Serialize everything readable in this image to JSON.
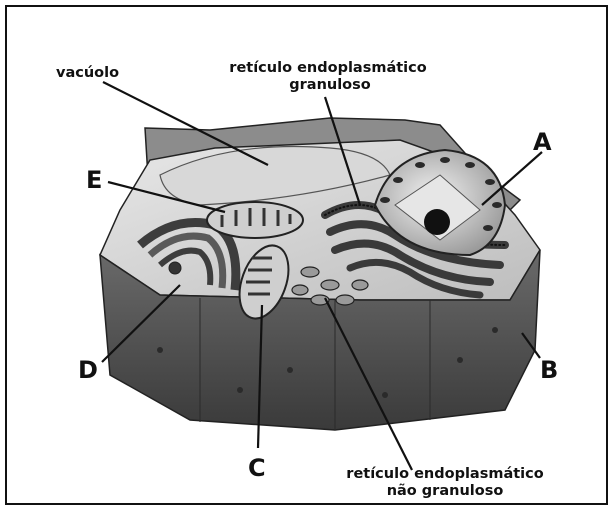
{
  "labels": {
    "vacuolo": "vacúolo",
    "rer_line1": "retículo endoplasmático",
    "rer_line2": "granuloso",
    "ser_line1": "retículo endoplasmático",
    "ser_line2": "não granuloso",
    "A": "A",
    "B": "B",
    "C": "C",
    "D": "D",
    "E": "E"
  }
}
